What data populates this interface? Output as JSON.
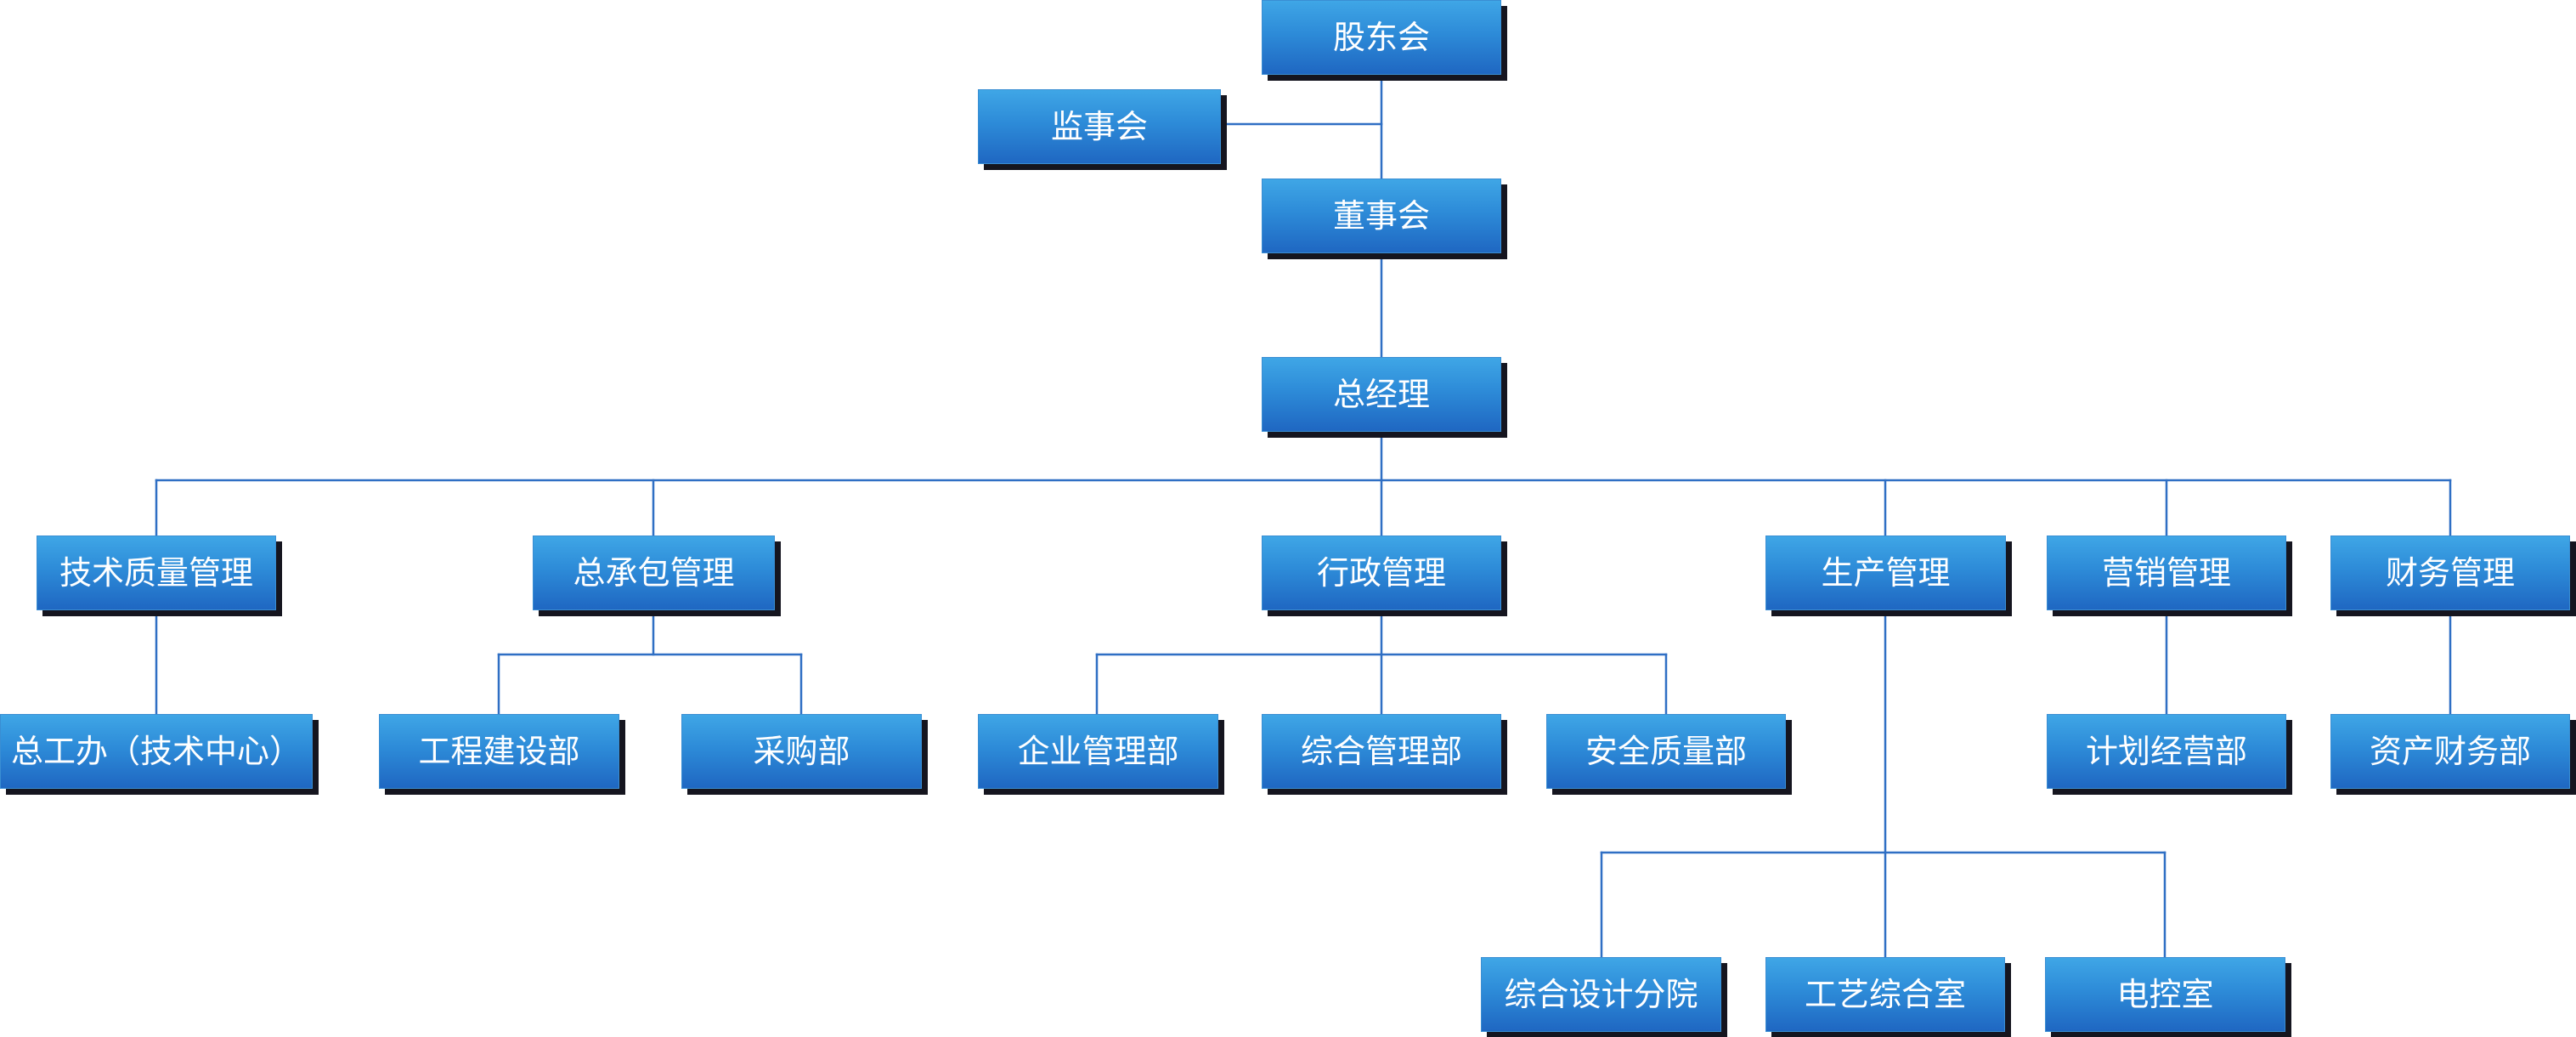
{
  "nodes": {
    "shareholders": "股东会",
    "supervisors": "监事会",
    "board": "董事会",
    "general_manager": "总经理",
    "tech_quality_mgmt": "技术质量管理",
    "general_contracting_mgmt": "总承包管理",
    "admin_mgmt": "行政管理",
    "production_mgmt": "生产管理",
    "marketing_mgmt": "营销管理",
    "finance_mgmt": "财务管理",
    "chief_engineer_office": "总工办（技术中心）",
    "engineering_construction_dept": "工程建设部",
    "procurement_dept": "采购部",
    "enterprise_mgmt_dept": "企业管理部",
    "general_mgmt_dept": "综合管理部",
    "safety_quality_dept": "安全质量部",
    "planning_operation_dept": "计划经营部",
    "assets_finance_dept": "资产财务部",
    "design_institute": "综合设计分院",
    "process_office": "工艺综合室",
    "electrical_control_room": "电控室"
  },
  "colors": {
    "box_top": "#3fa6e6",
    "box_bottom": "#1f67c2",
    "shadow": "#15151f",
    "connector": "#2f6fc4",
    "text": "#ffffff"
  }
}
